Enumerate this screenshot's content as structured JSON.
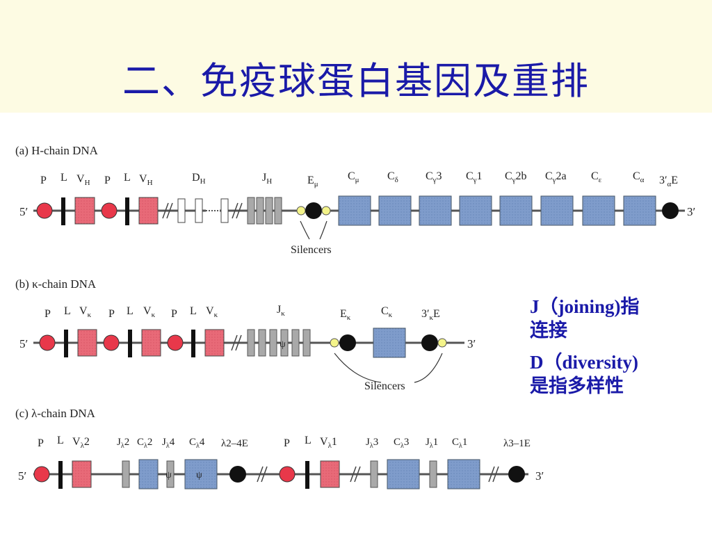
{
  "title": "二、免疫球蛋白基因及重排",
  "notes": [
    {
      "line1": "J（joining)指",
      "line2": "连接"
    },
    {
      "line1": "D（diversity)",
      "line2": "是指多样性"
    }
  ],
  "colors": {
    "title": "#1a1aa8",
    "promoter": "#e8384a",
    "v_segment": "#e86a78",
    "j_segment": "#a9a9a9",
    "c_segment": "#7f9ccb",
    "enhancer": "#111111",
    "silencer": "#f4f48a"
  },
  "prime5": "5′",
  "prime3": "3′",
  "panels": {
    "a": {
      "title": "(a) H-chain DNA",
      "labels": {
        "p1": "P",
        "l1": "L",
        "v1": "V",
        "v1sub": "H",
        "p2": "P",
        "l2": "L",
        "v2": "V",
        "v2sub": "H",
        "d": "D",
        "dsub": "H",
        "j": "J",
        "jsub": "H",
        "e": "E",
        "esub": "μ",
        "cmu": "C",
        "cmusub": "μ",
        "cdelta": "C",
        "cdeltasub": "δ",
        "cg3": "C",
        "cg3sub": "γ",
        "cg3num": "3",
        "cg1": "C",
        "cg1sub": "γ",
        "cg1num": "1",
        "cg2b": "C",
        "cg2bsub": "γ",
        "cg2bnum": "2b",
        "cg2a": "C",
        "cg2asub": "γ",
        "cg2anum": "2a",
        "ceps": "C",
        "cepssub": "ε",
        "calpha": "C",
        "calphasub": "α",
        "e3": "3′",
        "e3sub": "α",
        "e3suffix": "E"
      },
      "silencers": "Silencers"
    },
    "b": {
      "title": "(b) κ-chain DNA",
      "labels": {
        "p1": "P",
        "l1": "L",
        "v1": "V",
        "v1sub": "κ",
        "p2": "P",
        "l2": "L",
        "v2": "V",
        "v2sub": "κ",
        "p3": "P",
        "l3": "L",
        "v3": "V",
        "v3sub": "κ",
        "j": "J",
        "jsub": "κ",
        "e": "E",
        "esub": "κ",
        "c": "C",
        "csub": "κ",
        "e3": "3′",
        "e3sub": "κ",
        "e3suffix": "E",
        "psi": "ψ"
      },
      "silencers": "Silencers"
    },
    "c": {
      "title": "(c) λ-chain DNA",
      "labels": {
        "p1": "P",
        "l1": "L",
        "v1": "V",
        "v1sub": "λ",
        "v1num": "2",
        "j2": "J",
        "j2sub": "λ",
        "j2num": "2",
        "c2": "C",
        "c2sub": "λ",
        "c2num": "2",
        "j4": "J",
        "j4sub": "λ",
        "j4num": "4",
        "c4": "C",
        "c4sub": "λ",
        "c4num": "4",
        "e24": "λ2–4E",
        "p2": "P",
        "l2": "L",
        "v2": "V",
        "v2sub": "λ",
        "v2num": "1",
        "j3": "J",
        "j3sub": "λ",
        "j3num": "3",
        "c3": "C",
        "c3sub": "λ",
        "c3num": "3",
        "j1": "J",
        "j1sub": "λ",
        "j1num": "1",
        "c1": "C",
        "c1sub": "λ",
        "c1num": "1",
        "e31": "λ3–1E",
        "psi": "ψ"
      }
    }
  }
}
